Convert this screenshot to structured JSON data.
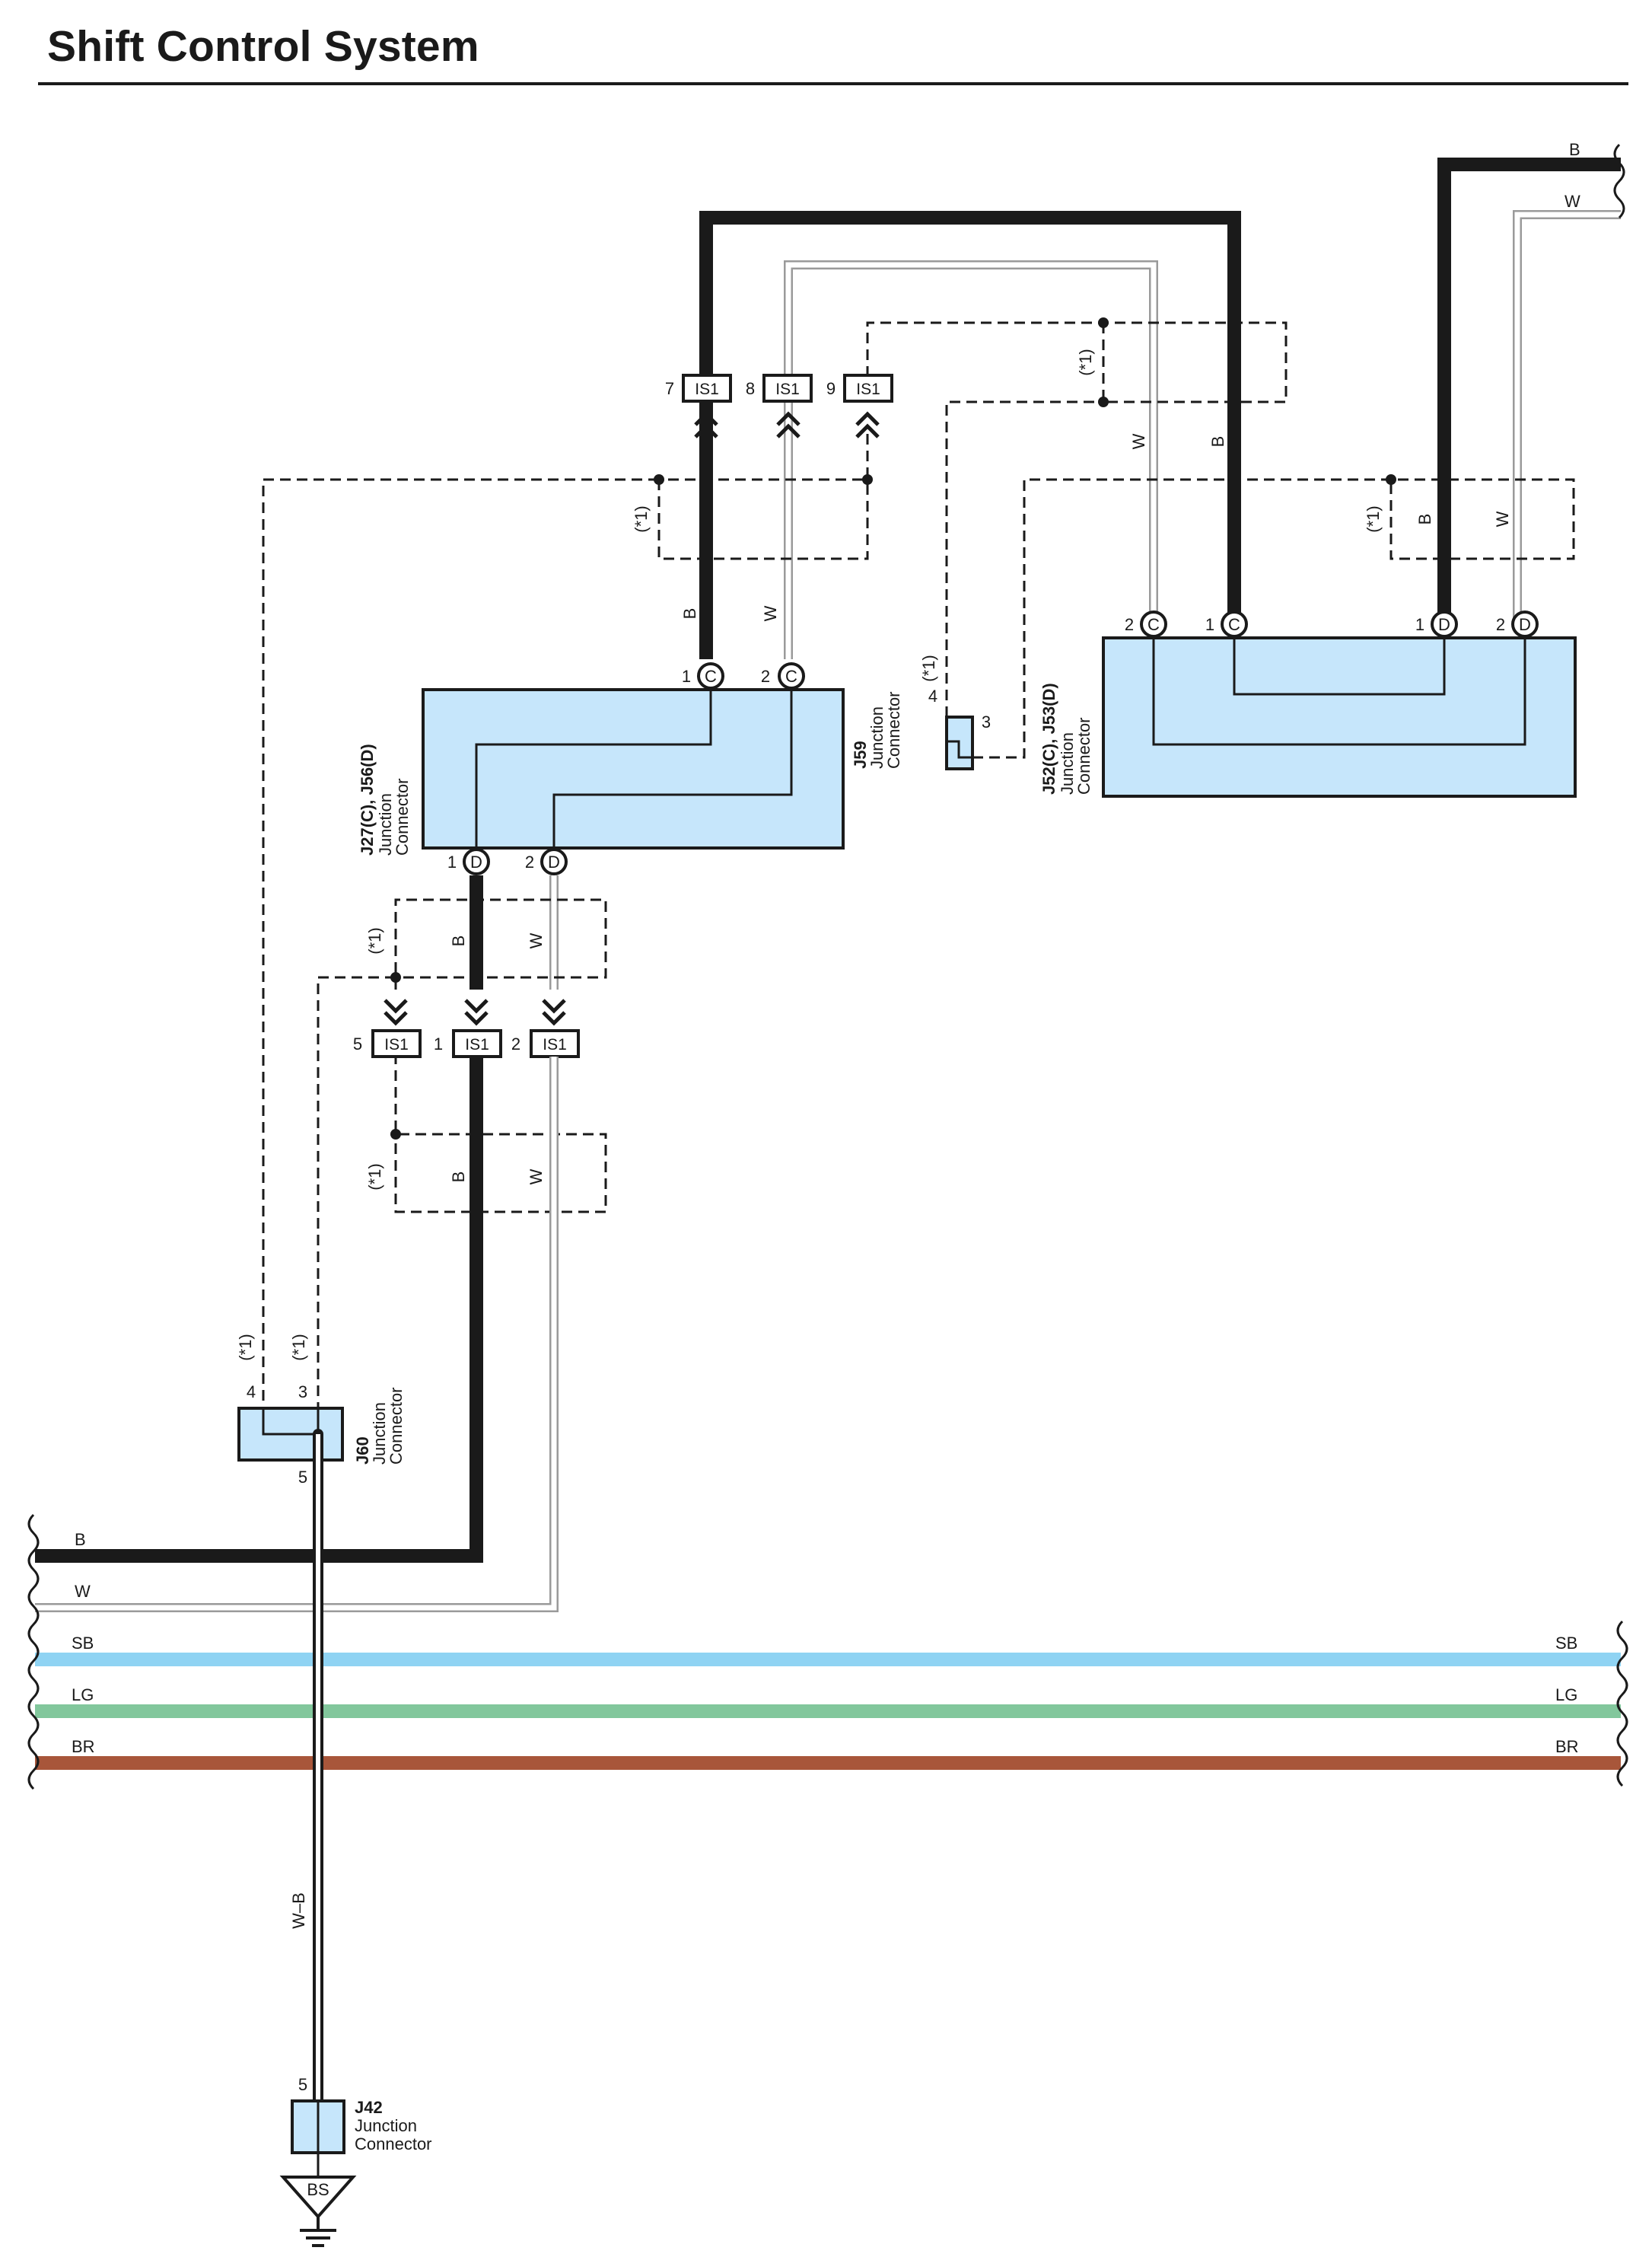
{
  "title": "Shift Control System",
  "colors": {
    "connector_fill": "#c6e6fb",
    "wire_SB": "#8fd3f3",
    "wire_LG": "#82c79c",
    "wire_BR": "#a8563a",
    "wire_W": "#9a9a9a",
    "ink": "#1a1a1a"
  },
  "wire_codes": {
    "B": "B",
    "W": "W",
    "SB": "SB",
    "LG": "LG",
    "BR": "BR",
    "WB": "W–B"
  },
  "optional_mark": "(*1)",
  "connectors": {
    "j59": {
      "id": "J59",
      "desc": [
        "Junction",
        "Connector"
      ],
      "pins": [
        "4",
        "3"
      ]
    },
    "j27": {
      "id": "J27(C), J56(D)",
      "desc": [
        "Junction",
        "Connector"
      ],
      "pins_top": [
        {
          "n": "1",
          "l": "C"
        },
        {
          "n": "2",
          "l": "C"
        }
      ],
      "pins_bottom": [
        {
          "n": "1",
          "l": "D"
        },
        {
          "n": "2",
          "l": "D"
        }
      ]
    },
    "j52": {
      "id": "J52(C), J53(D)",
      "desc": [
        "Junction",
        "Connector"
      ],
      "pins": [
        {
          "n": "2",
          "l": "C"
        },
        {
          "n": "1",
          "l": "C"
        },
        {
          "n": "1",
          "l": "D"
        },
        {
          "n": "2",
          "l": "D"
        }
      ]
    },
    "j60": {
      "id": "J60",
      "desc": [
        "Junction",
        "Connector"
      ],
      "pins": [
        "4",
        "3",
        "5"
      ]
    },
    "j42": {
      "id": "J42",
      "desc": [
        "Junction",
        "Connector"
      ],
      "pin": "5"
    },
    "ground": {
      "label": "BS"
    }
  },
  "in_line": {
    "label": "IS1",
    "top": [
      "7",
      "8",
      "9"
    ],
    "bottom": [
      "5",
      "1",
      "2"
    ]
  }
}
